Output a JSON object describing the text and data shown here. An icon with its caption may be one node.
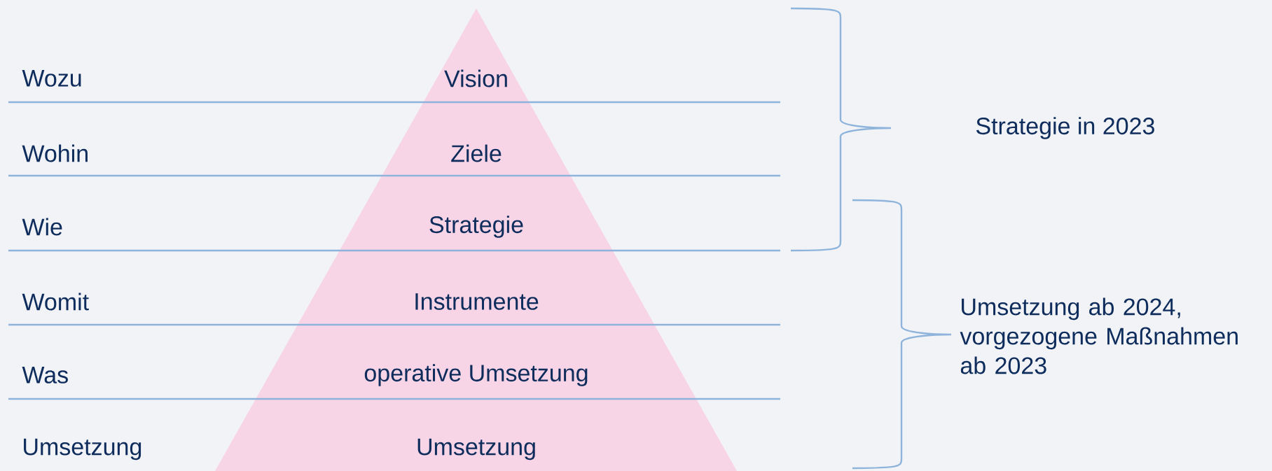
{
  "diagram": {
    "labels": [
      "Wozu",
      "Vision",
      "Strategie in 2023",
      "Wohin",
      "Ziele",
      "Wie",
      "Strategie",
      "Womit",
      "Instrumente",
      "Umsetzung ab 2024, vorgezogene Maßnahmen ab 2023",
      "Was",
      "operative Umsetzung",
      "Umsetzung",
      "Umsetzung"
    ]
  }
}
